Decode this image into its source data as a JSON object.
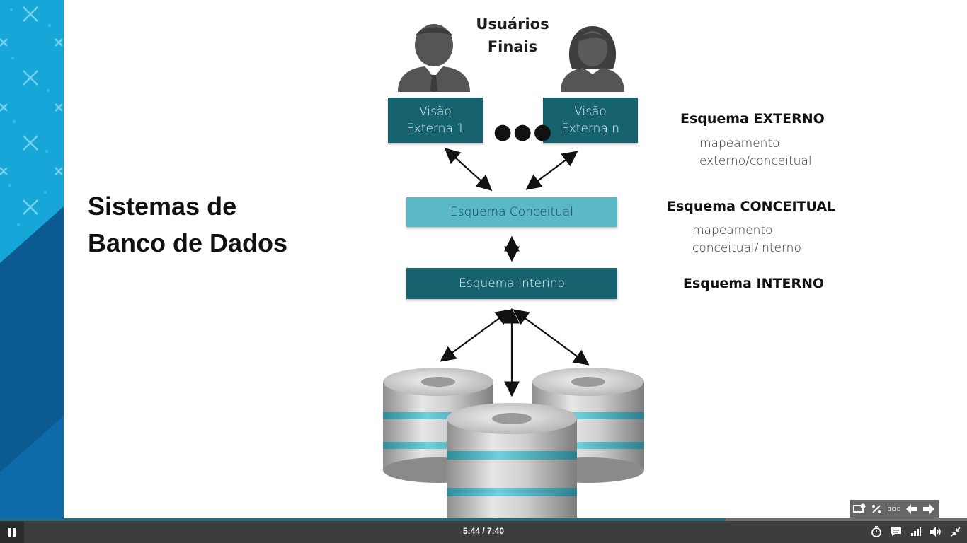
{
  "slide": {
    "title": "Sistemas de\nBanco de Dados",
    "users_label": "Usuários\nFinais",
    "ellipsis": "●●●",
    "views": [
      {
        "label": "Visão\nExterna 1"
      },
      {
        "label": "Visão\nExterna n"
      }
    ],
    "conceptual_box": "Esquema Conceitual",
    "internal_box": "Esquema Interino",
    "right_labels": {
      "external": "Esquema EXTERNO",
      "map_ext": "mapeamento\nexterno/conceitual",
      "conceptual": "Esquema CONCEITUAL",
      "map_int": "mapeamento\nconceitual/interno",
      "internal": "Esquema INTERNO"
    },
    "icons": [
      "male-user-icon",
      "female-user-icon",
      "database-icon"
    ],
    "colors": {
      "dark_teal": "#16626e",
      "light_teal": "#5bb8c6",
      "band_cyan": "#17a6d8",
      "band_blue": "#0b5a92"
    }
  },
  "player": {
    "time": "5:44 / 7:40",
    "progress": 0.75,
    "controls": [
      "pause-icon",
      "timer-icon",
      "captions-icon",
      "quality-icon",
      "volume-icon",
      "exit-fullscreen-icon"
    ],
    "nav_toolbar": [
      "screen-icon",
      "percent-icon",
      "more-icon",
      "prev-icon",
      "next-icon"
    ]
  }
}
